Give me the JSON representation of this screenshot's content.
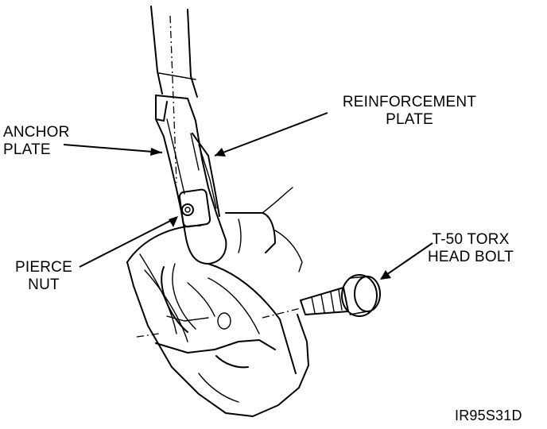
{
  "labels": {
    "anchor_plate": [
      "ANCHOR",
      "PLATE"
    ],
    "reinforcement_plate": [
      "REINFORCEMENT",
      "PLATE"
    ],
    "pierce_nut": [
      "PIERCE",
      "NUT"
    ],
    "torx_bolt": [
      "T-50 TORX",
      "HEAD BOLT"
    ],
    "figure_code": "IR95S31D"
  }
}
